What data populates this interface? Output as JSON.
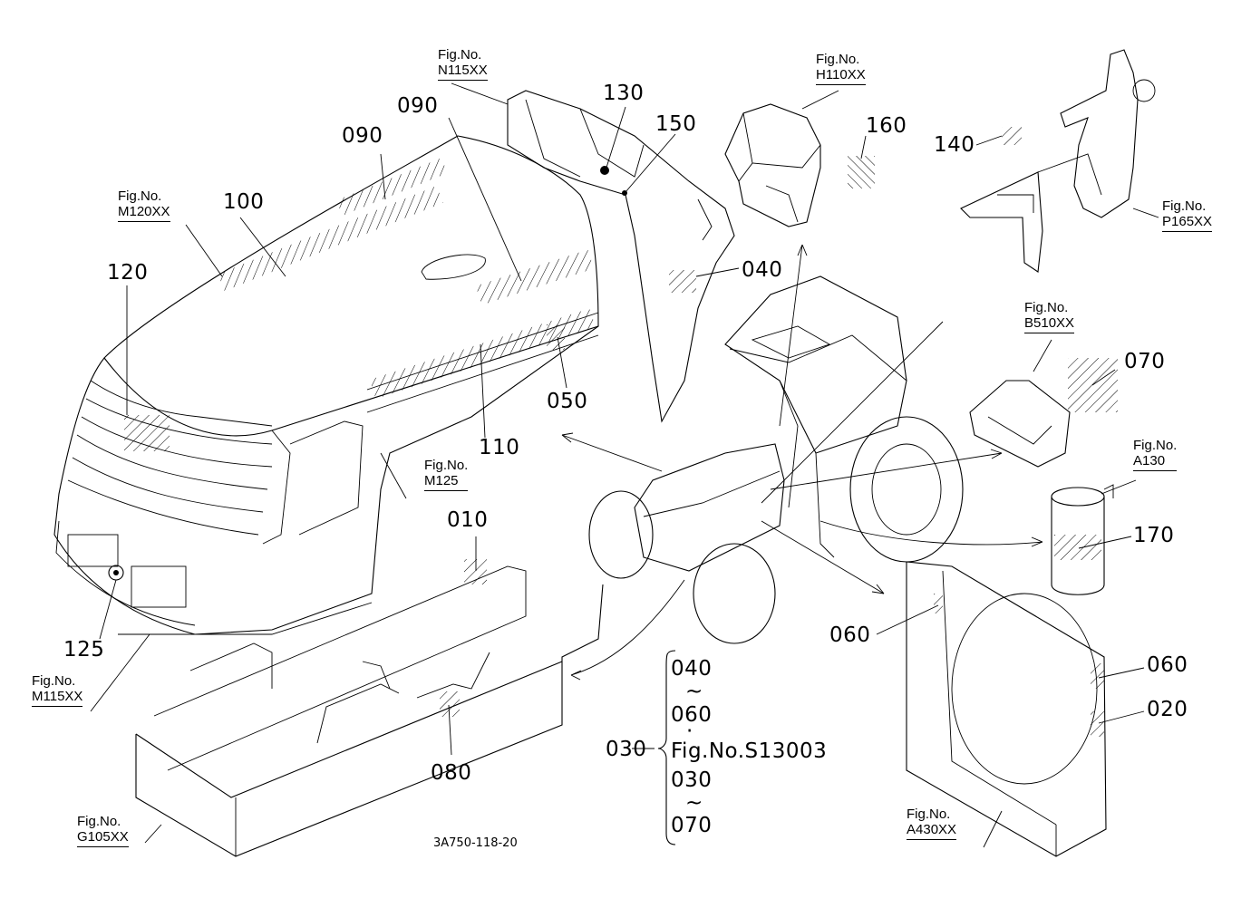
{
  "callouts": {
    "c010": "010",
    "c020": "020",
    "c030": "030",
    "c040": "040",
    "c050": "050",
    "c060a": "060",
    "c060b": "060",
    "c070": "070",
    "c080": "080",
    "c090a": "090",
    "c090b": "090",
    "c100": "100",
    "c110": "110",
    "c120": "120",
    "c125": "125",
    "c130": "130",
    "c140": "140",
    "c150": "150",
    "c160": "160",
    "c170": "170"
  },
  "figures": {
    "fig_label": "Fig.No.",
    "n115": "N115XX",
    "h110": "H110XX",
    "p165": "P165XX",
    "m120": "M120XX",
    "b510": "B510XX",
    "a130": "A130",
    "m125": "M125",
    "m115": "M115XX",
    "g105": "G105XX",
    "a430": "A430XX"
  },
  "bracket": {
    "line1": "040",
    "tilde1": "~",
    "line2": "060",
    "dot": "·",
    "line3": "Fig.No.S13003",
    "line4": "030",
    "tilde2": "~",
    "line5": "070"
  },
  "drawing_code": "3A750-118-20"
}
